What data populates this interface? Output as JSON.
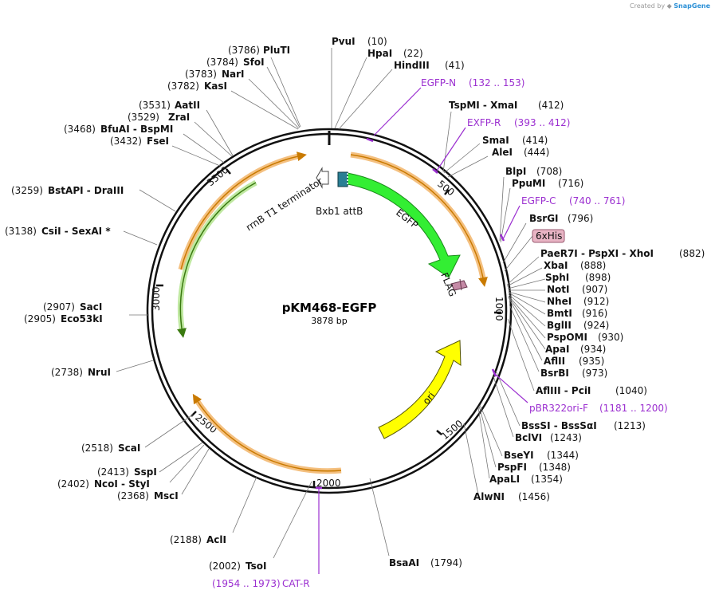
{
  "watermark": {
    "prefix": "Created by",
    "brand": "SnapGene"
  },
  "plasmid": {
    "name": "pKM468-EGFP",
    "length_label": "3878 bp",
    "length": 3878
  },
  "ticks": [
    "500",
    "1000",
    "1500",
    "2000",
    "2500",
    "3000",
    "3500"
  ],
  "features": [
    {
      "name": "rrnB T1 terminator"
    },
    {
      "name": "Bxb1 attB"
    },
    {
      "name": "EGFP"
    },
    {
      "name": "FLAG"
    },
    {
      "name": "6xHis"
    },
    {
      "name": "ori"
    }
  ],
  "sites": [
    {
      "pos": "(3786)",
      "name": "PluTI"
    },
    {
      "pos": "(3784)",
      "name": "SfoI"
    },
    {
      "pos": "(3783)",
      "name": "NarI"
    },
    {
      "pos": "(3782)",
      "name": "KasI"
    },
    {
      "pos": "(3531)",
      "name": "AatII"
    },
    {
      "pos": "(3529)",
      "name": "ZraI"
    },
    {
      "pos": "(3468)",
      "name": "BfuAI  - BspMI"
    },
    {
      "pos": "(3432)",
      "name": "FseI"
    },
    {
      "pos": "(3259)",
      "name": "BstAPI  - DraIII"
    },
    {
      "pos": "(3138)",
      "name": "CsiI  - SexAI *"
    },
    {
      "pos": "(2907)",
      "name": "SacI"
    },
    {
      "pos": "(2905)",
      "name": "Eco53kI"
    },
    {
      "pos": "(2738)",
      "name": "NruI"
    },
    {
      "pos": "(2518)",
      "name": "ScaI"
    },
    {
      "pos": "(2413)",
      "name": "SspI"
    },
    {
      "pos": "(2402)",
      "name": "NcoI  - StyI"
    },
    {
      "pos": "(2368)",
      "name": "MscI"
    },
    {
      "pos": "(2188)",
      "name": "AclI"
    },
    {
      "pos": "(2002)",
      "name": "TsoI"
    },
    {
      "pos": "(10)",
      "name": "PvuI"
    },
    {
      "pos": "(22)",
      "name": "HpaI"
    },
    {
      "pos": "(41)",
      "name": "HindIII"
    },
    {
      "pos": "(412)",
      "name": "TspMI  - XmaI"
    },
    {
      "pos": "(414)",
      "name": "SmaI"
    },
    {
      "pos": "(444)",
      "name": "AleI"
    },
    {
      "pos": "(708)",
      "name": "BlpI"
    },
    {
      "pos": "(716)",
      "name": "PpuMI"
    },
    {
      "pos": "(796)",
      "name": "BsrGI"
    },
    {
      "pos": "(882)",
      "name": "PaeR7I  - PspXI  - XhoI"
    },
    {
      "pos": "(888)",
      "name": "XbaI"
    },
    {
      "pos": "(898)",
      "name": "SphI"
    },
    {
      "pos": "(907)",
      "name": "NotI"
    },
    {
      "pos": "(912)",
      "name": "NheI"
    },
    {
      "pos": "(916)",
      "name": "BmtI"
    },
    {
      "pos": "(924)",
      "name": "BglII"
    },
    {
      "pos": "(930)",
      "name": "PspOMI"
    },
    {
      "pos": "(934)",
      "name": "ApaI"
    },
    {
      "pos": "(935)",
      "name": "AflII"
    },
    {
      "pos": "(973)",
      "name": "BsrBI"
    },
    {
      "pos": "(1040)",
      "name": "AflIII  - PciI"
    },
    {
      "pos": "(1213)",
      "name": "BssSI  - BssSαI"
    },
    {
      "pos": "(1243)",
      "name": "BclVI"
    },
    {
      "pos": "(1344)",
      "name": "BseYI"
    },
    {
      "pos": "(1348)",
      "name": "PspFI"
    },
    {
      "pos": "(1354)",
      "name": "ApaLI"
    },
    {
      "pos": "(1456)",
      "name": "AlwNI"
    },
    {
      "pos": "(1794)",
      "name": "BsaAI"
    }
  ],
  "primers": [
    {
      "name": "EGFP-N",
      "range": "(132 .. 153)"
    },
    {
      "name": "EXFP-R",
      "range": "(393 .. 412)"
    },
    {
      "name": "EGFP-C",
      "range": "(740 .. 761)"
    },
    {
      "name": "pBR322ori-F",
      "range": "(1181 .. 1200)"
    },
    {
      "name": "CAT-R",
      "range": "(1954 .. 1973)"
    }
  ],
  "colors": {
    "egfp": "#33ee33",
    "ori": "#ffff00",
    "orange_arrow": "#f0a030",
    "green_arrow": "#66bb33",
    "attb": "#2a7f94",
    "flag": "#c58aa6",
    "primer": "#9b2fd0",
    "his_box": "#e8b4c4"
  }
}
